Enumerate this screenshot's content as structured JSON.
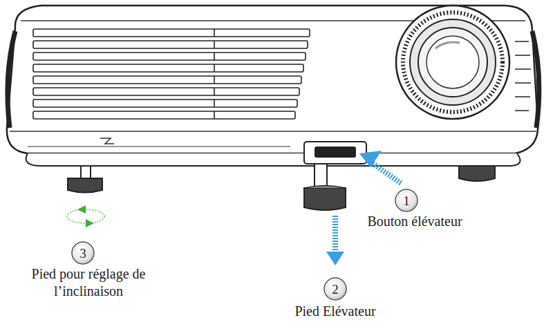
{
  "diagram": {
    "labels": [
      "1",
      "Bouton élévateur",
      "2",
      "Pied Elévateur",
      "3",
      "Pied pour réglage de l’inclinaison"
    ]
  }
}
